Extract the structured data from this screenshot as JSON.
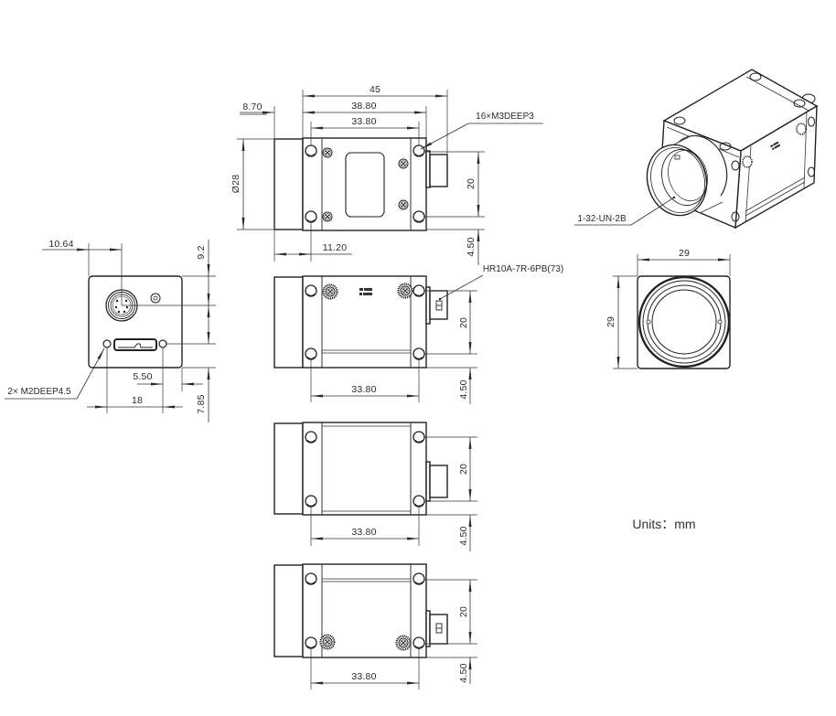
{
  "units_label": "Units：mm",
  "top_view": {
    "dim_overall_length": "45",
    "dim_body_length": "38.80",
    "dim_hole_spacing_h": "33.80",
    "dim_lens_length": "8.70",
    "dim_lens_diameter": "Ø28",
    "dim_lens_to_hole": "11.20",
    "dim_hole_spacing_v": "20",
    "dim_hole_edge": "4.50",
    "callout_mount_holes": "16×M3DEEP3"
  },
  "back_view": {
    "dim_connector_offset": "10.64",
    "dim_top_offset": "9.2",
    "dim_bottom_offset": "7.85",
    "dim_hole_edge": "5.50",
    "dim_hole_spacing": "18",
    "callout_holes": "2× M2DEEP4.5"
  },
  "side_view_1": {
    "dim_hole_spacing_h": "33.80",
    "dim_hole_spacing_v": "20",
    "dim_hole_edge": "4.50",
    "callout_connector": "HR10A-7R-6PB(73)"
  },
  "side_view_2": {
    "dim_hole_spacing_h": "33.80",
    "dim_hole_spacing_v": "20",
    "dim_hole_edge": "4.50"
  },
  "side_view_3": {
    "dim_hole_spacing_h": "33.80",
    "dim_hole_spacing_v": "20",
    "dim_hole_edge": "4.50"
  },
  "isometric_view": {
    "callout_lens_thread": "1-32-UN-2B"
  },
  "front_view": {
    "dim_width": "29",
    "dim_height": "29"
  },
  "colors": {
    "line": "#222222",
    "text": "#333333",
    "background": "#ffffff"
  }
}
